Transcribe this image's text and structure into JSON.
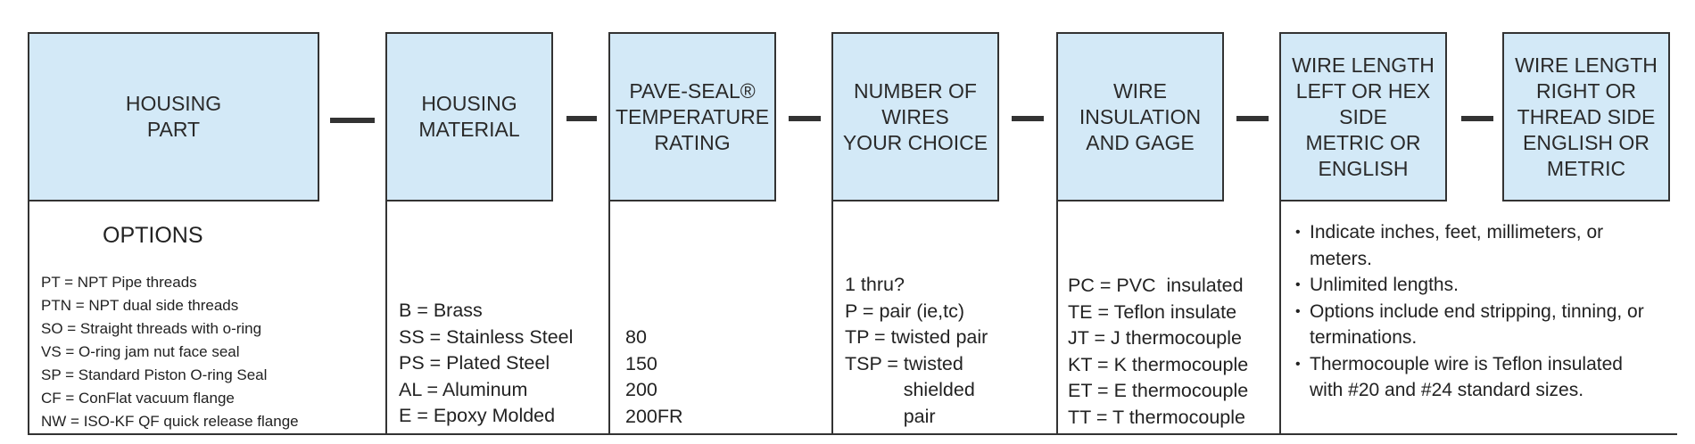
{
  "columns": [
    {
      "header": "HOUSING\nPART",
      "options_title": "OPTIONS",
      "options": [
        "PT = NPT Pipe threads",
        "PTN = NPT dual side threads",
        "SO = Straight threads with o-ring",
        "VS = O-ring jam nut face seal",
        "SP = Standard Piston O-ring Seal",
        "CF = ConFlat vacuum flange",
        "NW = ISO-KF QF quick release flange"
      ]
    },
    {
      "header": "HOUSING\nMATERIAL",
      "options": [
        "B = Brass",
        "SS = Stainless Steel",
        "PS = Plated Steel",
        "AL = Aluminum",
        "E = Epoxy Molded"
      ]
    },
    {
      "header": "PAVE-SEAL®\nTEMPERATURE\nRATING",
      "options": [
        "80",
        "150",
        "200",
        "200FR"
      ]
    },
    {
      "header": "NUMBER OF\nWIRES\nYOUR CHOICE",
      "options": [
        "1 thru?",
        "P = pair (ie,tc)",
        "TP = twisted pair",
        "TSP = twisted",
        "           shielded",
        "           pair"
      ]
    },
    {
      "header": "WIRE\nINSULATION\nAND GAGE",
      "options": [
        "PC = PVC  insulated",
        "TE = Teflon insulate",
        "JT = J thermocouple",
        "KT = K thermocouple",
        "ET = E thermocouple",
        "TT = T thermocouple"
      ]
    },
    {
      "header": "WIRE LENGTH\nLEFT OR HEX\nSIDE\nMETRIC OR\nENGLISH",
      "notes": [
        "Indicate inches, feet, millimeters, or meters.",
        "Unlimited lengths.",
        "Options include end stripping, tinning, or terminations.",
        "Thermocouple wire is Teflon insulated with #20 and #24 standard sizes."
      ]
    },
    {
      "header": "WIRE LENGTH\nRIGHT OR\nTHREAD SIDE\nENGLISH OR\nMETRIC"
    }
  ],
  "colors": {
    "header_fill": "#d3e9f7",
    "border": "#333333"
  }
}
